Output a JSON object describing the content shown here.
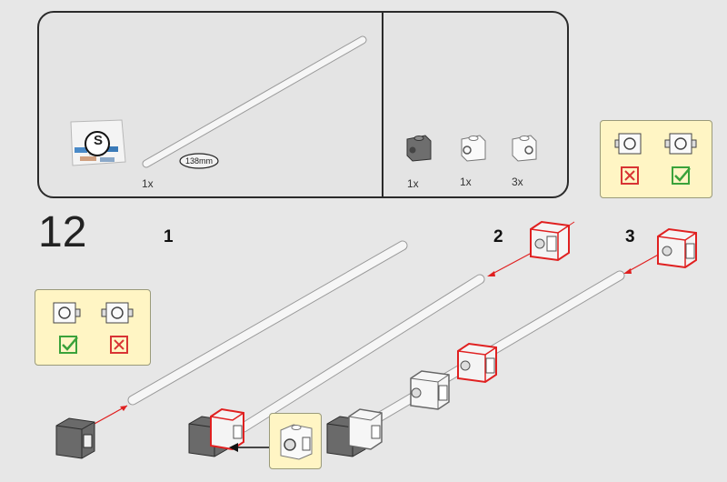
{
  "parts_panel": {
    "bag_label": "S",
    "rod_length_label": "138mm",
    "rod_qty": "1x",
    "parts": [
      {
        "qty": "1x",
        "icon": "dark-grey-brick-icon"
      },
      {
        "qty": "1x",
        "icon": "transparent-brick-icon"
      },
      {
        "qty": "3x",
        "icon": "transparent-brick-icon"
      }
    ]
  },
  "step": {
    "number": "12",
    "substeps": [
      "1",
      "2",
      "3"
    ]
  },
  "colors": {
    "check": "#3aa23a",
    "cross": "#d83434",
    "highlight": "#e02020",
    "callout_bg": "#fff5c4",
    "dark_brick": "#6e6e6e"
  }
}
